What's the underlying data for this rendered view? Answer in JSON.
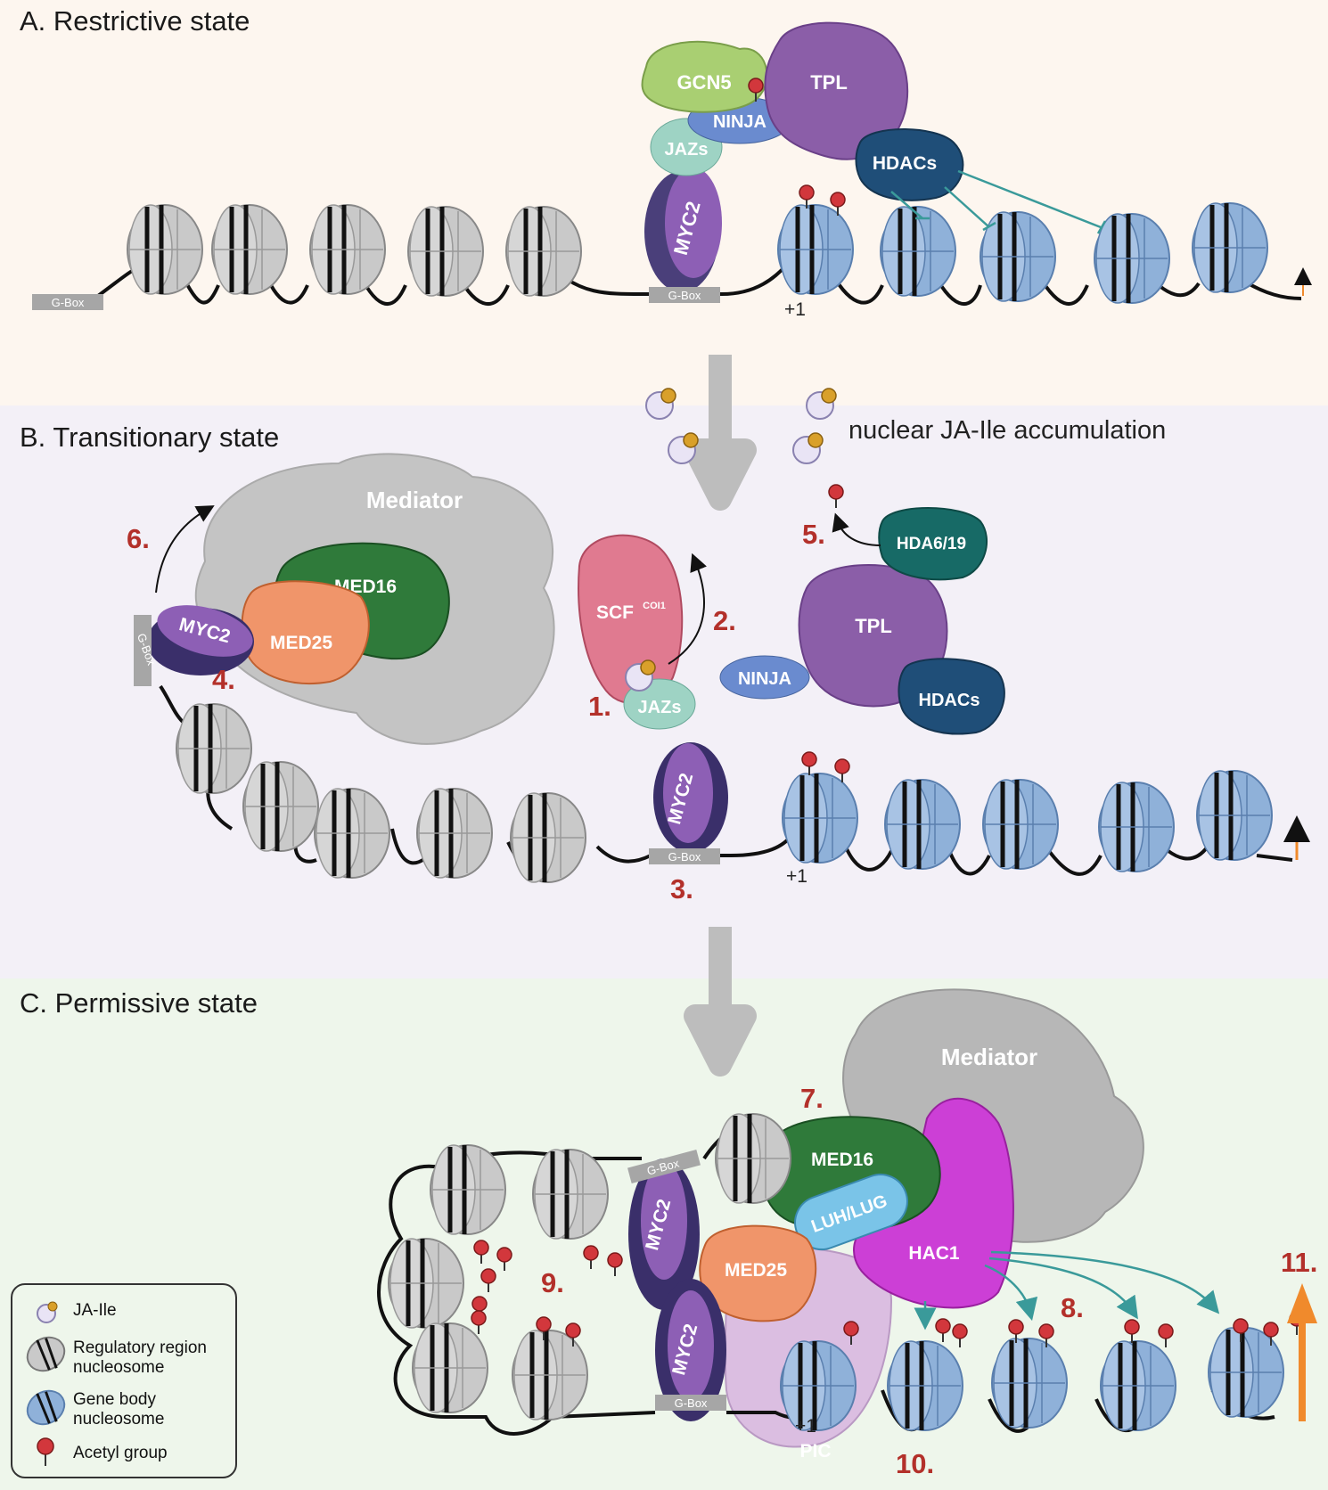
{
  "panels": {
    "a_title": "A. Restrictive state",
    "b_title": "B. Transitionary state",
    "c_title": "C. Permissive state"
  },
  "transition_note": "nuclear JA-Ile accumulation",
  "proteins": {
    "gcn5": "GCN5",
    "tpl": "TPL",
    "ninja": "NINJA",
    "jazs": "JAZs",
    "hdacs": "HDACs",
    "myc2": "MYC2",
    "mediator": "Mediator",
    "med16": "MED16",
    "med25": "MED25",
    "scf": "SCF",
    "scf_sup": "COI1",
    "hda619": "HDA6/19",
    "luh_lug": "LUH/LUG",
    "hac1": "HAC1",
    "pic": "PIC"
  },
  "dna_labels": {
    "g_box": "G-Box",
    "plus_one": "+1"
  },
  "step_numbers": [
    "1.",
    "2.",
    "3.",
    "4.",
    "5.",
    "6.",
    "7.",
    "8.",
    "9.",
    "10.",
    "11."
  ],
  "legend": {
    "ja_ile": "JA-Ile",
    "reg_nuc": "Regulatory region nucleosome",
    "gene_nuc": "Gene body nucleosome",
    "acetyl": "Acetyl group"
  },
  "colors": {
    "panel_a_bg": "#fdf6ef",
    "panel_b_bg": "#f3f0f7",
    "panel_c_bg": "#eef6eb",
    "step_number": "#b3302a",
    "expression_arrow": "#f08a2c",
    "hdac_inhibition": "#3a9a9a"
  }
}
